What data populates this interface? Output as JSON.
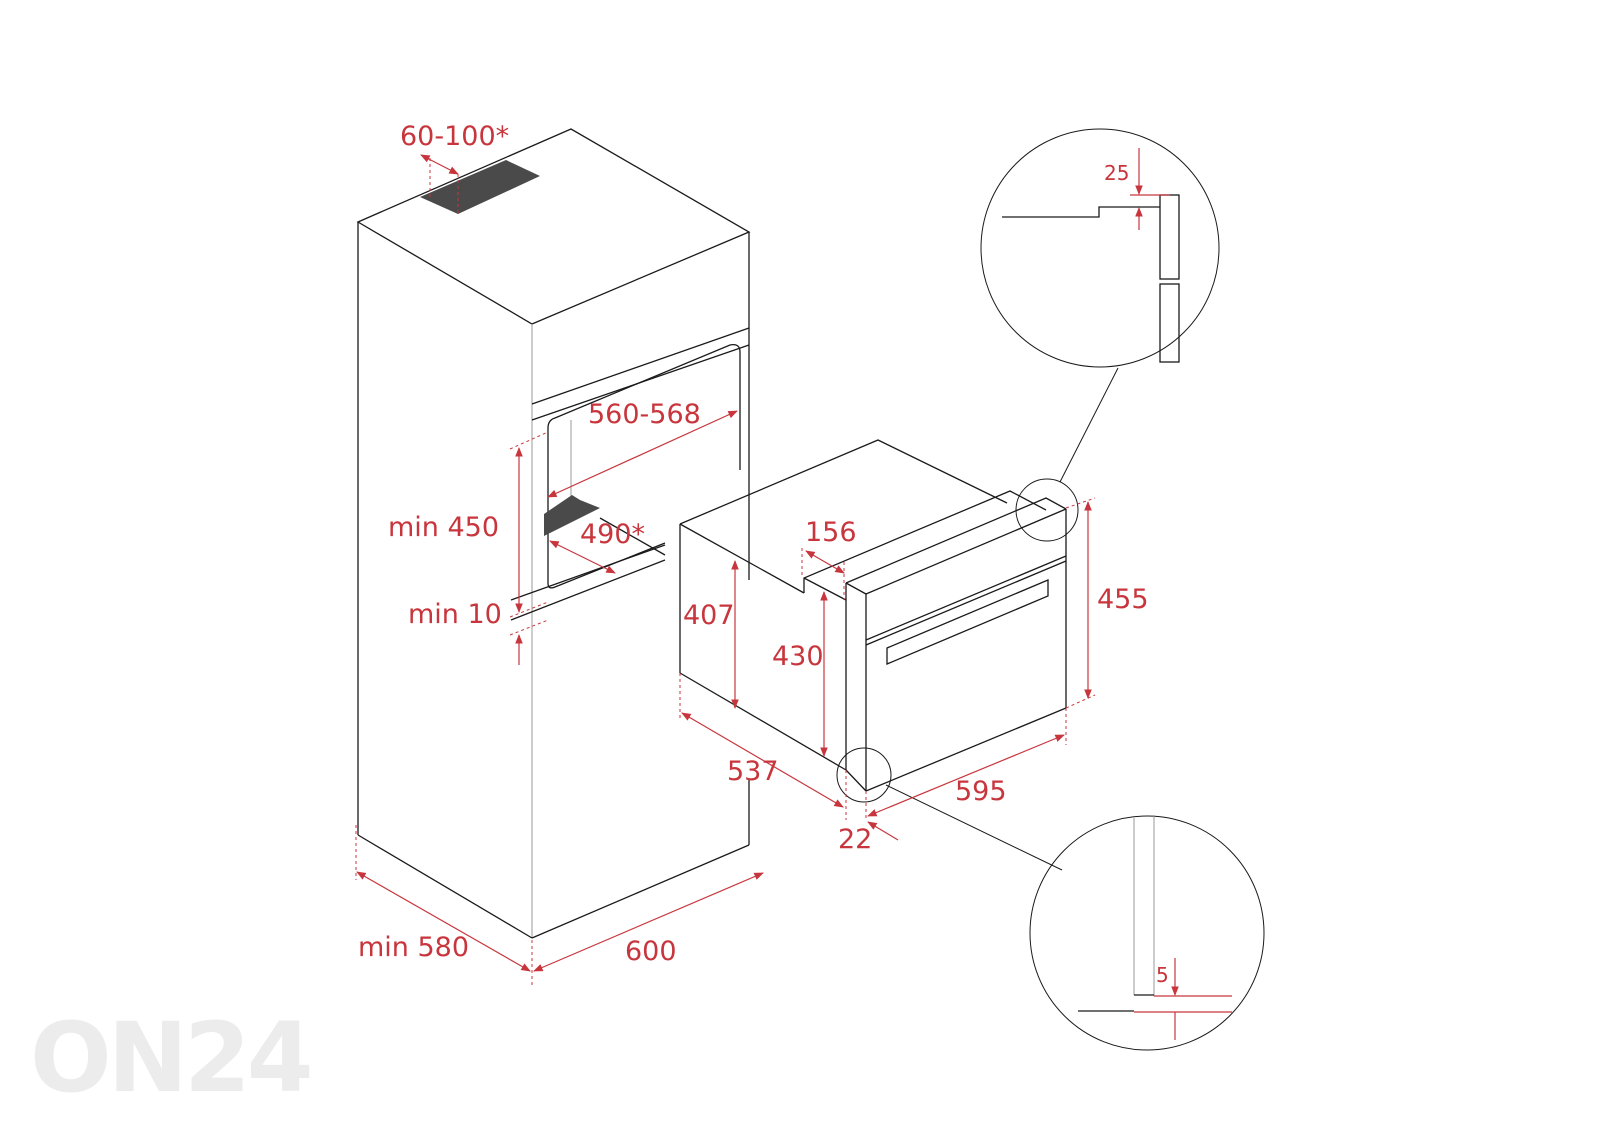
{
  "diagram": {
    "title": "Built-in oven installation dimensions",
    "units": "mm",
    "accent_color": "#c8363d",
    "line_color": "#1a1a1a",
    "cabinet": {
      "dimensions": {
        "vent_gap": "60-100*",
        "niche_width": "560-568",
        "min_height": "min 450",
        "vent_depth": "490*",
        "min_gap": "min 10",
        "depth": "min 580",
        "width": "600"
      }
    },
    "oven": {
      "dimensions": {
        "depth_top": "156",
        "side_height": "407",
        "body_height": "430",
        "front_height": "455",
        "depth": "537",
        "front_width": "595",
        "front_thickness": "22"
      }
    },
    "detail_top": {
      "dimension": "25"
    },
    "detail_bottom": {
      "dimension": "5"
    }
  },
  "watermark": {
    "text": "ON24"
  }
}
